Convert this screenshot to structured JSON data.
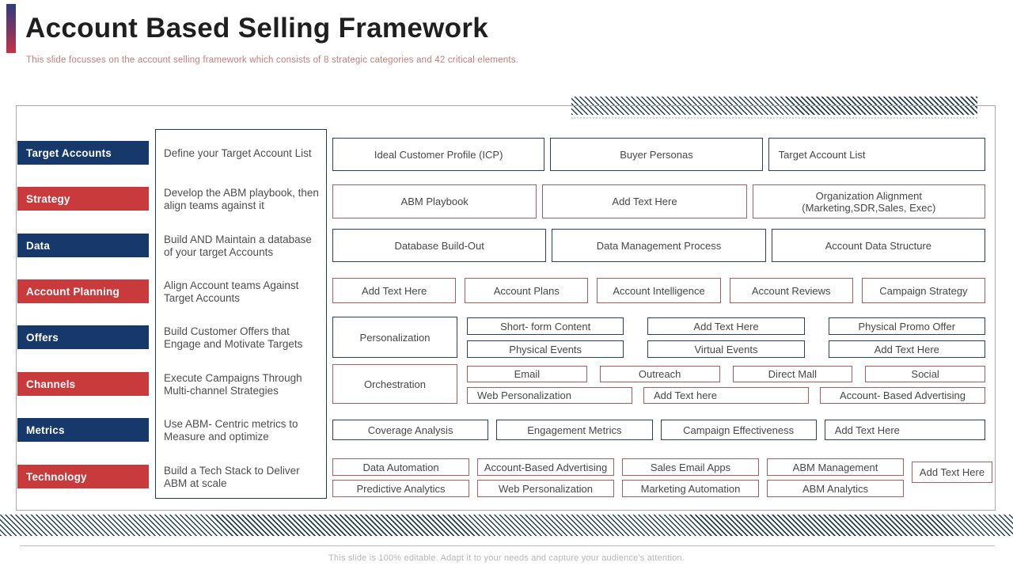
{
  "header": {
    "title": "Account Based Selling Framework",
    "subtitle": "This slide focusses on the account selling framework which consists of 8 strategic categories and 42 critical elements."
  },
  "footer": {
    "note": "This slide is 100% editable. Adapt it to your needs and capture your audience's attention."
  },
  "colors": {
    "navy_bar": "#17386a",
    "red_bar": "#c93a3c",
    "blue_box_border": "#2b4156",
    "red_box_border": "#a4605f",
    "hatch_stripe": "#24414f",
    "subtitle_text": "#c07f78"
  },
  "categories": [
    {
      "label": "Target Accounts",
      "description": "Define your Target Account List"
    },
    {
      "label": "Strategy",
      "description": "Develop the ABM playbook, then align teams against it"
    },
    {
      "label": "Data",
      "description": "Build AND Maintain a database of your target Accounts"
    },
    {
      "label": "Account Planning",
      "description": "Align Account teams Against Target Accounts"
    },
    {
      "label": "Offers",
      "description": "Build Customer Offers that Engage and Motivate Targets"
    },
    {
      "label": "Channels",
      "description": "Execute Campaigns Through Multi-channel Strategies"
    },
    {
      "label": "Metrics",
      "description": "Use ABM- Centric metrics to Measure and optimize"
    },
    {
      "label": "Technology",
      "description": "Build a Tech Stack to Deliver ABM at scale"
    }
  ],
  "rows": {
    "target_accounts": {
      "boxes": [
        "Ideal Customer Profile (ICP)",
        "Buyer Personas",
        "Target Account List"
      ]
    },
    "strategy": {
      "boxes": [
        "ABM Playbook",
        "Add Text Here",
        "Organization Alignment (Marketing,SDR,Sales, Exec)"
      ]
    },
    "data": {
      "boxes": [
        "Database Build-Out",
        "Data Management Process",
        "Account Data Structure"
      ]
    },
    "account_planning": {
      "boxes": [
        "Add Text Here",
        "Account Plans",
        "Account Intelligence",
        "Account Reviews",
        "Campaign Strategy"
      ]
    },
    "offers": {
      "lead": "Personalization",
      "grid": [
        "Short- form Content",
        "Add Text Here",
        "Physical Promo Offer",
        "Physical Events",
        "Virtual Events",
        "Add Text Here"
      ]
    },
    "channels": {
      "lead": "Orchestration",
      "row1": [
        "Email",
        "Outreach",
        "Direct Mall",
        "Social"
      ],
      "row2": [
        "Web Personalization",
        "Add Text here",
        "Account- Based Advertising"
      ]
    },
    "metrics": {
      "boxes": [
        "Coverage Analysis",
        "Engagement Metrics",
        "Campaign Effectiveness",
        "Add Text Here"
      ]
    },
    "technology": {
      "row1": [
        "Data Automation",
        "Account-Based Advertising",
        "Sales Email Apps",
        "ABM Management"
      ],
      "row2": [
        "Predictive Analytics",
        "Web Personalization",
        "Marketing Automation",
        "ABM Analytics"
      ],
      "side": "Add Text Here"
    }
  }
}
